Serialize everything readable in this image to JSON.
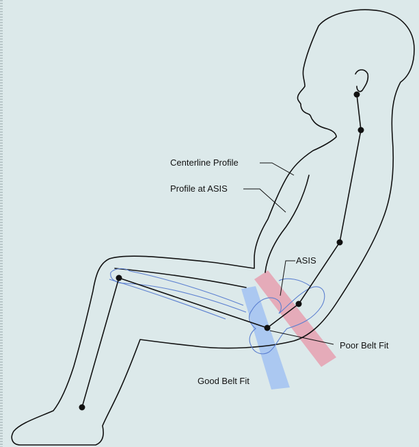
{
  "labels": {
    "centerline_profile": "Centerline Profile",
    "profile_at_asis": "Profile at ASIS",
    "asis": "ASIS",
    "poor_belt_fit": "Poor Belt Fit",
    "good_belt_fit": "Good Belt Fit"
  },
  "colors": {
    "background": "#dce9ea",
    "outline": "#111111",
    "skeleton_bone": "#5b7fd0",
    "poor_belt": "#e6a0b0",
    "good_belt": "#9fbff2"
  }
}
